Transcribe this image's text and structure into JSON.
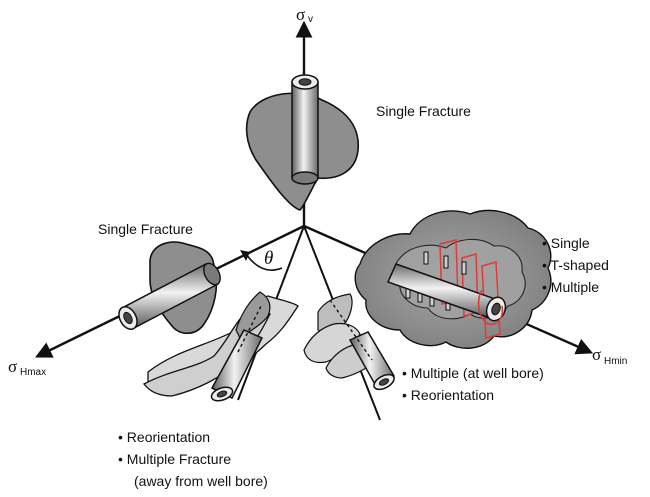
{
  "axes": {
    "vertical": {
      "symbol": "σ",
      "subscript": "v"
    },
    "hmax": {
      "symbol": "σ",
      "subscript": "Hmax"
    },
    "hmin": {
      "symbol": "σ",
      "subscript": "Hmin"
    },
    "angle": "θ"
  },
  "labels": {
    "top_single": "Single Fracture",
    "left_single": "Single Fracture",
    "right_list": [
      "• Single",
      "• T-shaped",
      "• Multiple"
    ],
    "mid_list": [
      "• Multiple (at well bore)",
      "• Reorientation"
    ],
    "bottom_list": [
      "• Reorientation",
      "• Multiple Fracture",
      "(away from well bore)"
    ]
  },
  "colors": {
    "line": "#111111",
    "fracture_gray": "#8a8a8a",
    "fracture_light": "#b9b9b9",
    "pipe_dark": "#6f6f6f",
    "pipe_light": "#e6e6e6",
    "red_outline": "#e03a3a"
  }
}
